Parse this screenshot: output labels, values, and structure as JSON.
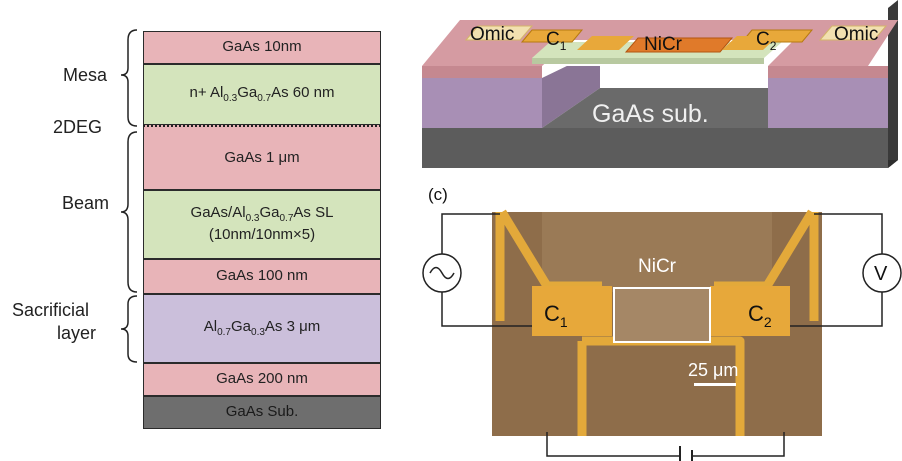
{
  "stack": {
    "layers": [
      {
        "text": "GaAs 10nm"
      },
      {
        "text": "n+ Al0.3Ga0.7As 60 nm",
        "rich": [
          "n+ Al",
          "0.3",
          "Ga",
          "0.7",
          "As 60 nm"
        ]
      },
      {
        "text": "GaAs 1 μm"
      },
      {
        "text": "GaAs/Al0.3Ga0.7As SL (10nm/10nm×5)",
        "rich": [
          "GaAs/Al",
          "0.3",
          "Ga",
          "0.7",
          "As SL"
        ],
        "line2": "(10nm/10nm×5)"
      },
      {
        "text": "GaAs 100 nm"
      },
      {
        "text": "Al0.7Ga0.3As 3 μm",
        "rich": [
          "Al",
          "0.7",
          "Ga",
          "0.3",
          "As 3 μm"
        ]
      },
      {
        "text": "GaAs 200 nm"
      },
      {
        "text": "GaAs Sub."
      }
    ],
    "labels": {
      "mesa": "Mesa",
      "twodeg": "2DEG",
      "beam": "Beam",
      "sacrificial_line1": "Sacrificial",
      "sacrificial_line2": "layer"
    },
    "colors": {
      "pink": "#e8b4b8",
      "green": "#d4e4bc",
      "purple": "#cbbfdb",
      "gray": "#6e6e6e"
    }
  },
  "schematic": {
    "omic_left": "Omic",
    "omic_right": "Omic",
    "c1": "C1",
    "c2": "C2",
    "nicr": "NiCr",
    "substrate": "GaAs sub."
  },
  "micrograph": {
    "panel_label": "(c)",
    "nicr": "NiCr",
    "c1": "C1",
    "c2": "C2",
    "scale": "25 μm",
    "voltmeter": "V"
  }
}
